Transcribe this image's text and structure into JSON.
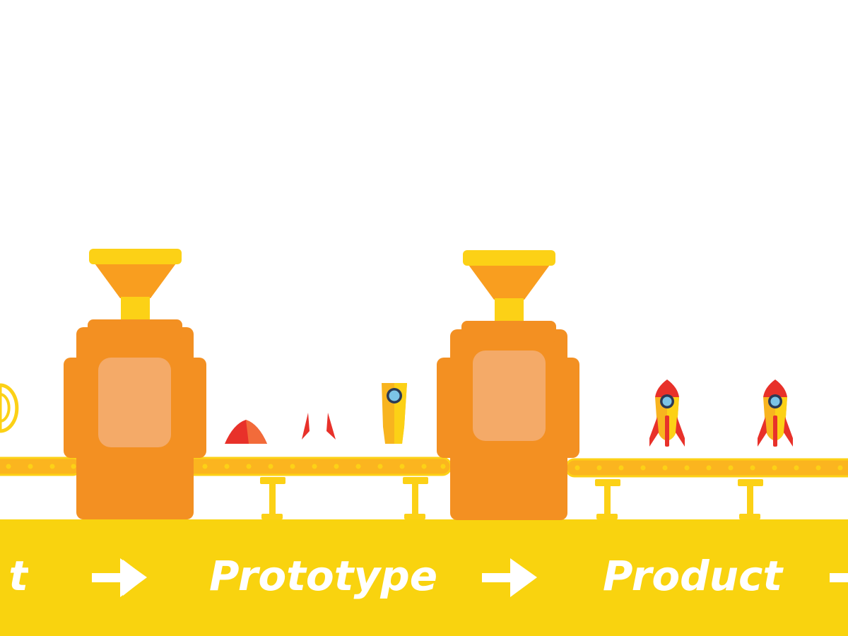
{
  "colors": {
    "background": "#ffffff",
    "banner": "#f9d30f",
    "machine_body": "#f39022",
    "machine_window": "#f4aa68",
    "hopper": "#f99e1f",
    "hopper_rim": "#fcd116",
    "conveyor": "#fbb51f",
    "conveyor_dot": "#fcd116",
    "rocket_red": "#e8312a",
    "rocket_body": "#f8b41f",
    "porthole": "#7cc4e6",
    "arrow": "#ffffff",
    "label_text": "#ffffff"
  },
  "stages": {
    "left_partial": "t",
    "prototype": "Prototype",
    "product": "Product"
  },
  "icons": {
    "machines": "factory-machine-icon",
    "conveyors": "conveyor-belt-icon",
    "arrows": "right-arrow-icon",
    "rockets": "rocket-icon",
    "parts": "rocket-part-icon",
    "idea": "lightbulb-icon"
  }
}
